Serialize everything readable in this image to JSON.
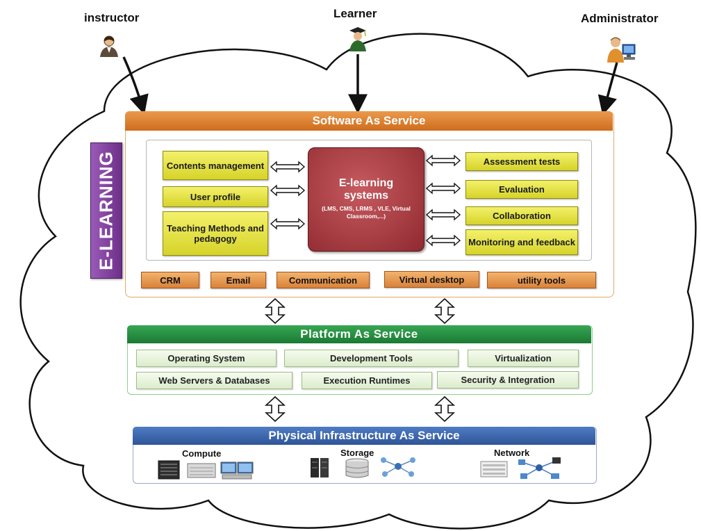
{
  "roles": {
    "instructor": "instructor",
    "learner": "Learner",
    "administrator": "Administrator"
  },
  "side_label": "E-LEARNING",
  "saas": {
    "title": "Software As Service",
    "core_title": "E-learning systems",
    "core_subtitle": "(LMS, CMS, LRMS , VLE, Virtual Classroom,...)",
    "left_modules": [
      "Contents management",
      "User profile",
      "Teaching Methods and pedagogy"
    ],
    "right_modules": [
      "Assessment tests",
      "Evaluation",
      "Collaboration",
      "Monitoring and feedback"
    ],
    "tools": [
      "CRM",
      "Email",
      "Communication",
      "Virtual desktop",
      "utility tools"
    ]
  },
  "paas": {
    "title": "Platform As Service",
    "row1": [
      "Operating System",
      "Development Tools",
      "Virtualization"
    ],
    "row2": [
      "Web Servers & Databases",
      "Execution Runtimes",
      "Security & Integration"
    ]
  },
  "iaas": {
    "title": "Physical Infrastructure As Service",
    "groups": [
      "Compute",
      "Storage",
      "Network"
    ]
  },
  "colors": {
    "saas_band": "#e07d2b",
    "paas_band": "#1f8a3c",
    "iaas_band": "#3a63a8",
    "core_box": "#a8333a",
    "side_label": "#7f3f98"
  }
}
